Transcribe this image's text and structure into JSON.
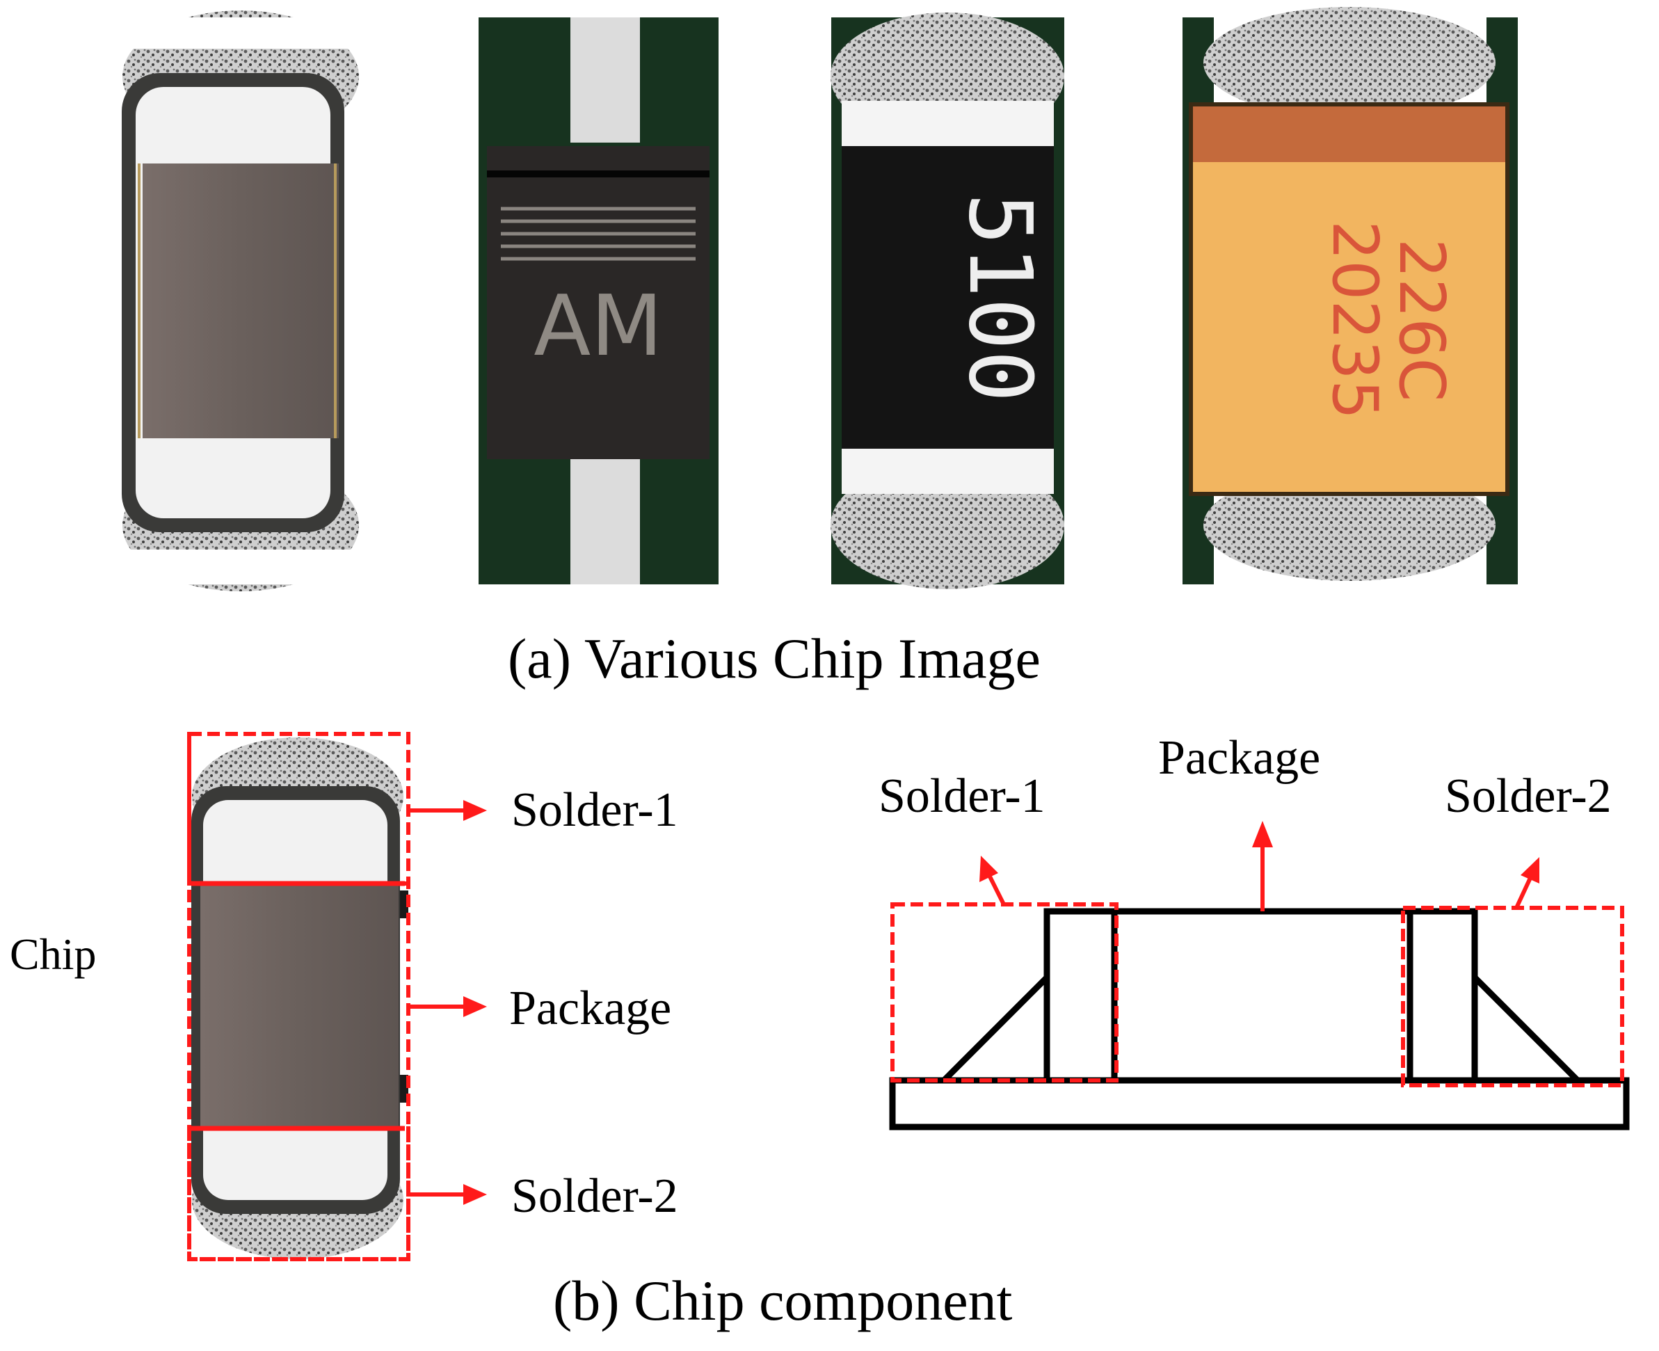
{
  "captions": {
    "a": "(a) Various Chip Image",
    "b": "(b) Chip component"
  },
  "photos": [
    {
      "kind": "capacitor",
      "marking": ""
    },
    {
      "kind": "diode",
      "marking": "AM"
    },
    {
      "kind": "resistor",
      "marking": "5100"
    },
    {
      "kind": "tantalum-capacitor",
      "marking_lines": [
        "226C",
        "20235"
      ]
    }
  ],
  "component_labels": {
    "chip": "Chip",
    "solder1": "Solder-1",
    "package": "Package",
    "solder2": "Solder-2"
  },
  "diagram_labels": {
    "solder1": "Solder-1",
    "package": "Package",
    "solder2": "Solder-2"
  },
  "colors": {
    "annotation": "#ff1a1a",
    "outline": "#000000",
    "pcb": "#17331f",
    "solder": "#d8d8d8",
    "ceramic": "#6d625e",
    "diode_body": "#2a2726",
    "tantalum_body": "#f2b560",
    "tantalum_band": "#c46a3c",
    "marking_red": "#d9553a"
  }
}
